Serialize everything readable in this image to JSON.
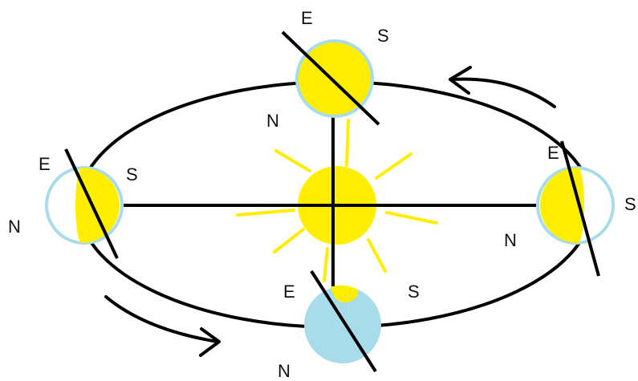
{
  "colors": {
    "background": "#ffffff",
    "sun": "#ffee00",
    "ray": "#ffee00",
    "earth_ocean": "#a8dcea",
    "earth_outline": "#a8dcea",
    "line": "#000000"
  },
  "icons": {
    "sun": "sun-icon",
    "earth": "earth-icon",
    "motion": "curved-arrow-icon"
  },
  "earth_top": {
    "east": "E",
    "south": "S",
    "north": "N"
  },
  "earth_left": {
    "east": "E",
    "south": "S",
    "north": "N"
  },
  "earth_right": {
    "east": "E",
    "south": "S",
    "north": "N"
  },
  "earth_bottom": {
    "east": "E",
    "south": "S",
    "north": "N"
  }
}
